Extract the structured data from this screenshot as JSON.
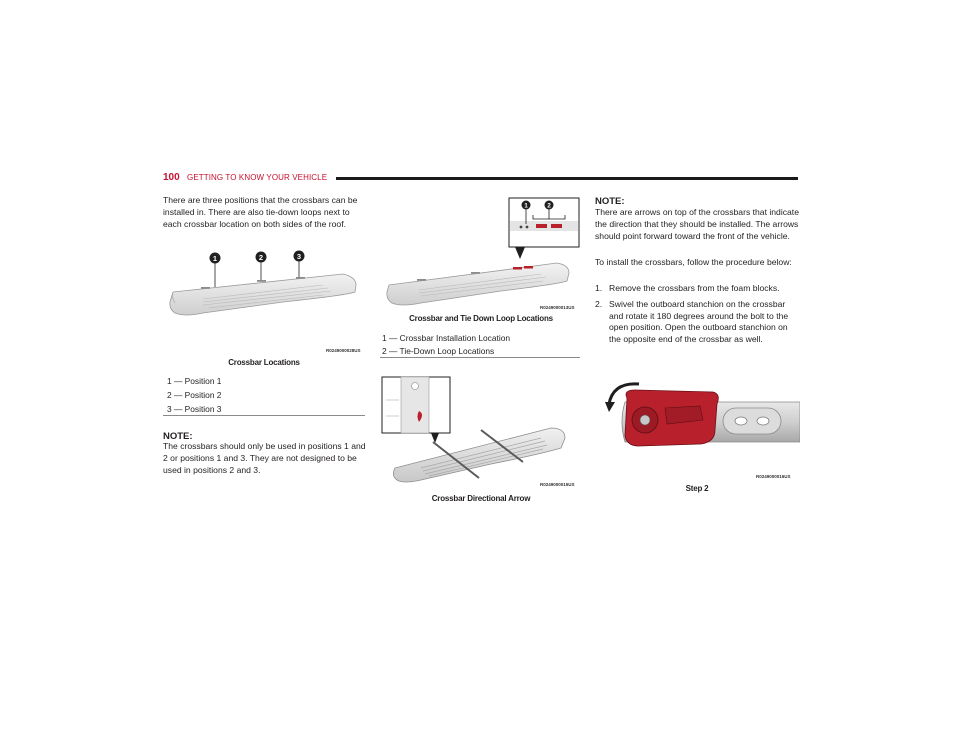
{
  "header": {
    "page_number": "100",
    "section_title": "GETTING TO KNOW YOUR VEHICLE"
  },
  "col1": {
    "intro": "There are three positions that the crossbars can be installed in. There are also tie-down loops next to each crossbar location on both sides of the roof.",
    "figure": {
      "code": "R0249000028US",
      "caption": "Crossbar Locations",
      "callouts": [
        "1",
        "2",
        "3"
      ]
    },
    "legend": [
      "1 — Position 1",
      "2 — Position 2",
      "3 — Position 3"
    ],
    "note_heading": "NOTE:",
    "note_text": "The crossbars should only be used in positions 1 and 2 or positions 1 and 3. They are not designed to be used in positions 2 and 3."
  },
  "col2": {
    "figure1": {
      "code": "R0249000013US",
      "caption": "Crossbar and Tie Down Loop Locations",
      "callouts": [
        "1",
        "2"
      ]
    },
    "legend": [
      "1 — Crossbar Installation Location",
      "2 — Tie-Down Loop Locations"
    ],
    "figure2": {
      "code": "R0249000015US",
      "caption": "Crossbar Directional Arrow"
    }
  },
  "col3": {
    "note_heading": "NOTE:",
    "note_text": "There are arrows on top of the crossbars that indicate the direction that they should be installed. The arrows should point forward toward the front of the vehicle.",
    "procedure_intro": "To install the crossbars, follow the procedure below:",
    "steps": [
      {
        "num": "1.",
        "text": "Remove the crossbars from the foam blocks."
      },
      {
        "num": "2.",
        "text": "Swivel the outboard stanchion on the crossbar and rotate it 180 degrees around the bolt to the open position. Open the outboard stanchion on the opposite end of the crossbar as well."
      }
    ],
    "figure": {
      "code": "R0249000016US",
      "caption": "Step 2"
    }
  },
  "colors": {
    "accent": "#c8102e",
    "rule": "#1a1a1a",
    "callout_fill": "#1f1f1f",
    "latch_red": "#b8202c"
  }
}
